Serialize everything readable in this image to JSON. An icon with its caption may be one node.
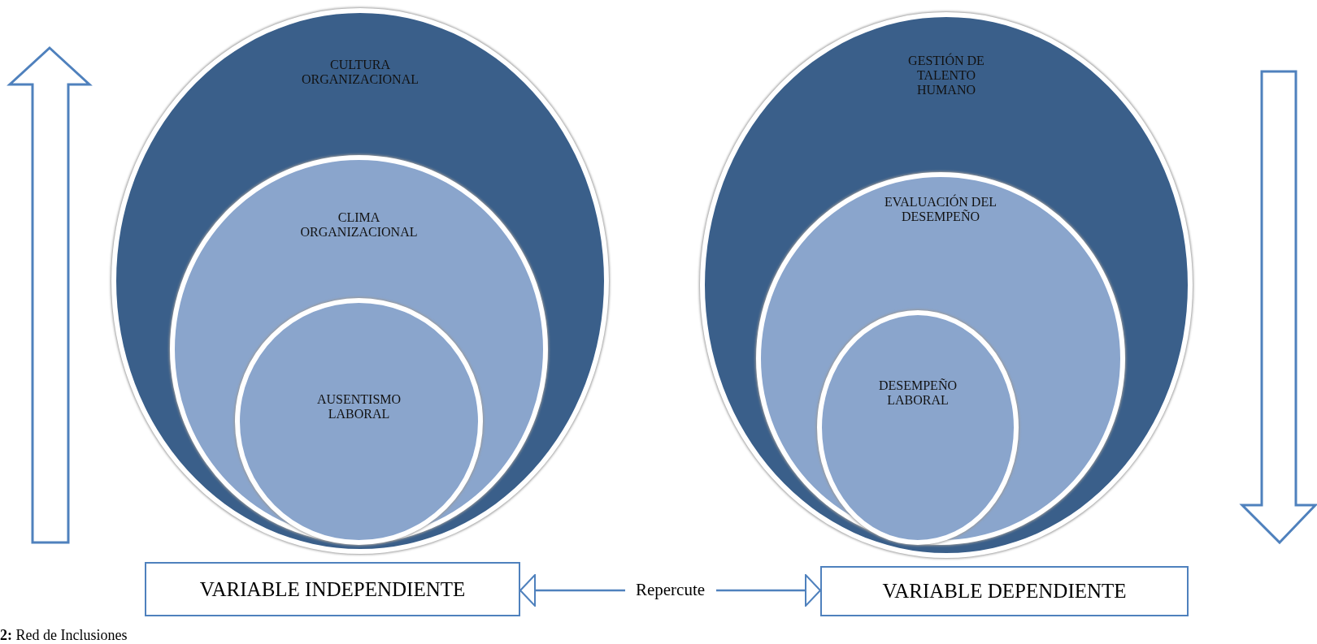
{
  "diagram": {
    "caption": "**2:** Red de Inclusiones",
    "nodes": [
      {
        "text": [
          "CULTURA ORGANIZACIONAL"
        ]
      },
      {
        "text": [
          "CLIMA ORGANIZACIONAL"
        ],
        "in": 0
      },
      {
        "text": [
          "AUSENTISMO LABORAL"
        ],
        "in": 1
      },
      {
        "text": [
          "GESTIÓN DE TALENTO HUMANO"
        ]
      },
      {
        "text": [
          "EVALUACIÓN DEL DESEMPEÑO"
        ],
        "in": 3
      },
      {
        "text": [
          "DESEMPEÑO LABORAL"
        ],
        "in": 4
      },
      {
        "text": [
          "VARIABLE INDEPENDIENTE"
        ]
      },
      {
        "text": [
          "VARIABLE DEPENDIENTE"
        ]
      }
    ],
    "edges": [
      {
        "from": 6,
        "to": 7,
        "arrow": "both",
        "label": "Repercute"
      }
    ]
  }
}
